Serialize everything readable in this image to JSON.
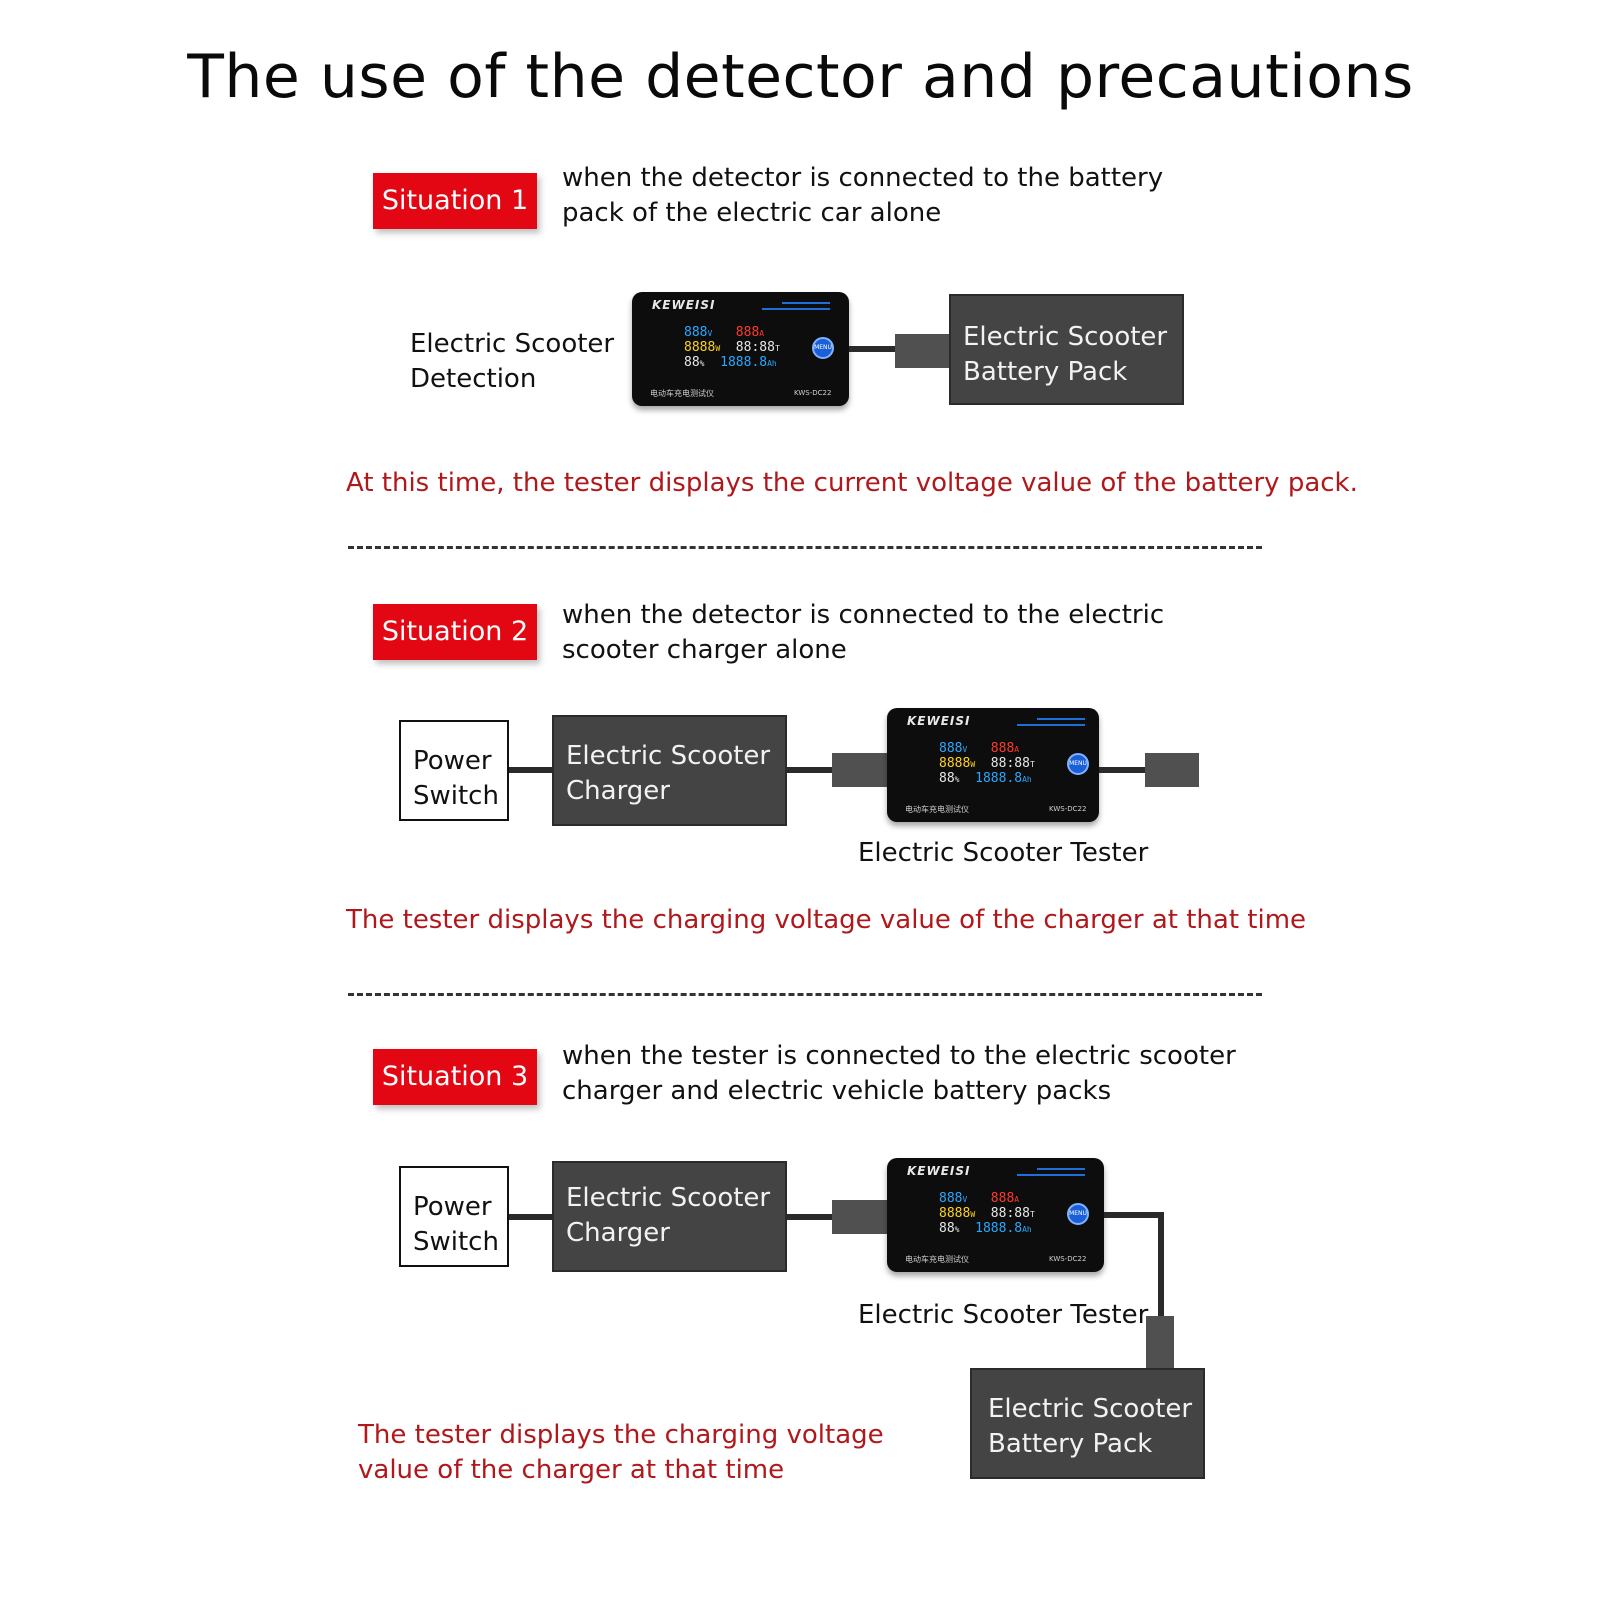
{
  "title": "The use of the detector and precautions",
  "device": {
    "brand": "KEWEISI",
    "button": "MENU",
    "footer_text": "电动车充电测试仪",
    "model": "KWS-DC22",
    "readouts": {
      "voltage": "888",
      "voltage_unit": "V",
      "current": "888",
      "current_unit": "A",
      "power": "8888",
      "power_unit": "W",
      "time": "88:88",
      "time_unit": "T",
      "percent": "88",
      "percent_unit": "%",
      "capacity": "1888.8",
      "capacity_unit": "Ah"
    }
  },
  "situation1": {
    "badge": "Situation 1",
    "desc_line1": "when the detector is connected to the battery",
    "desc_line2": "pack of the electric car alone",
    "detection_label_line1": "Electric Scooter",
    "detection_label_line2": "Detection",
    "battery_line1": "Electric Scooter",
    "battery_line2": "Battery Pack",
    "note": "At this time, the tester displays the current voltage value of the battery pack."
  },
  "situation2": {
    "badge": "Situation 2",
    "desc_line1": "when the detector is connected to the electric",
    "desc_line2": "scooter charger alone",
    "switch_line1": "Power",
    "switch_line2": "Switch",
    "charger_line1": "Electric Scooter",
    "charger_line2": "Charger",
    "tester_label": "Electric Scooter Tester",
    "note": "The tester displays the charging voltage value of the charger at that time"
  },
  "situation3": {
    "badge": "Situation 3",
    "desc_line1": "when the tester is connected to the electric scooter",
    "desc_line2": "charger and electric vehicle battery packs",
    "switch_line1": "Power",
    "switch_line2": "Switch",
    "charger_line1": "Electric Scooter",
    "charger_line2": "Charger",
    "tester_label": "Electric Scooter Tester",
    "battery_line1": "Electric Scooter",
    "battery_line2": "Battery Pack",
    "note_line1": "The tester displays the charging voltage",
    "note_line2": "value of the charger at that time"
  }
}
